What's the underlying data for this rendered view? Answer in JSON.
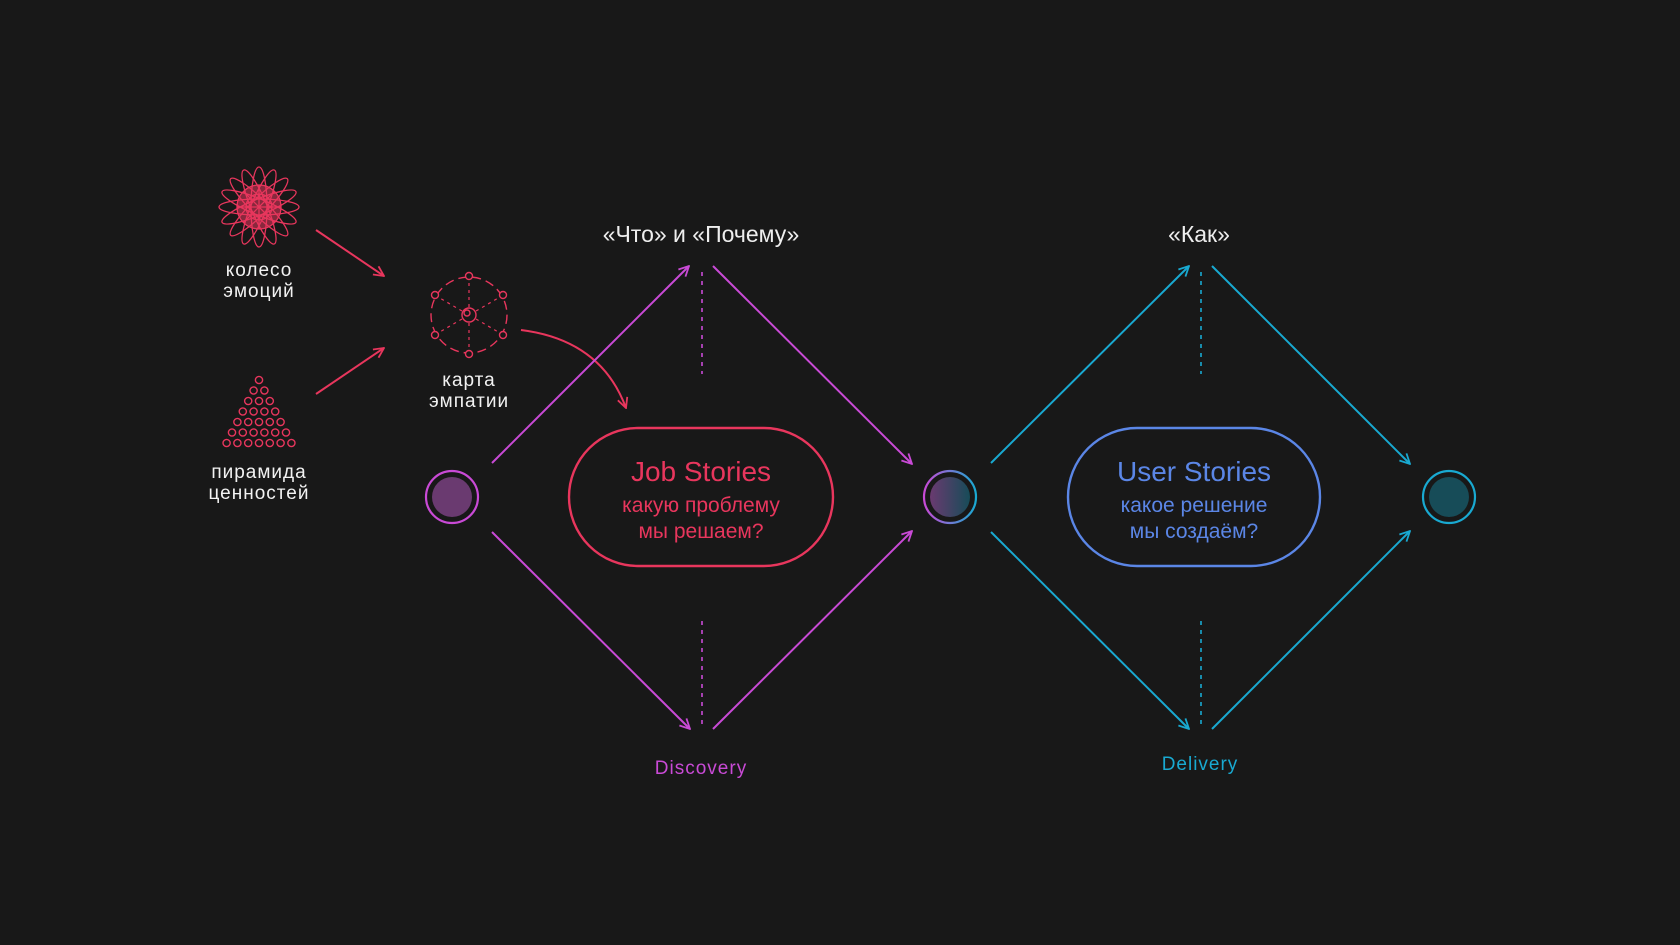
{
  "icons": {
    "emotion_wheel": {
      "label": "колесо\nэмоций",
      "icon": "emotion-wheel-flower"
    },
    "values_pyramid": {
      "label": "пирамида\nценностей",
      "icon": "dot-pyramid"
    },
    "empathy_map": {
      "label": "карта\nэмпатии",
      "icon": "empathy-map-circle"
    }
  },
  "discovery": {
    "title": "«Что» и «Почему»",
    "pill_title": "Job Stories",
    "pill_subtitle": "какую проблему\nмы решаем?",
    "phase": "Discovery"
  },
  "delivery": {
    "title": "«Как»",
    "pill_title": "User Stories",
    "pill_subtitle": "какое решение\nмы создаём?",
    "phase": "Delivery"
  },
  "colors": {
    "background": "#181818",
    "text": "#f2f2f2",
    "red": "#e8365d",
    "magenta": "#c94ad6",
    "blue": "#5b86e6",
    "cyan": "#19a9d1",
    "node_fill_purple": "#6a3a70",
    "node_fill_teal": "#174c58"
  }
}
